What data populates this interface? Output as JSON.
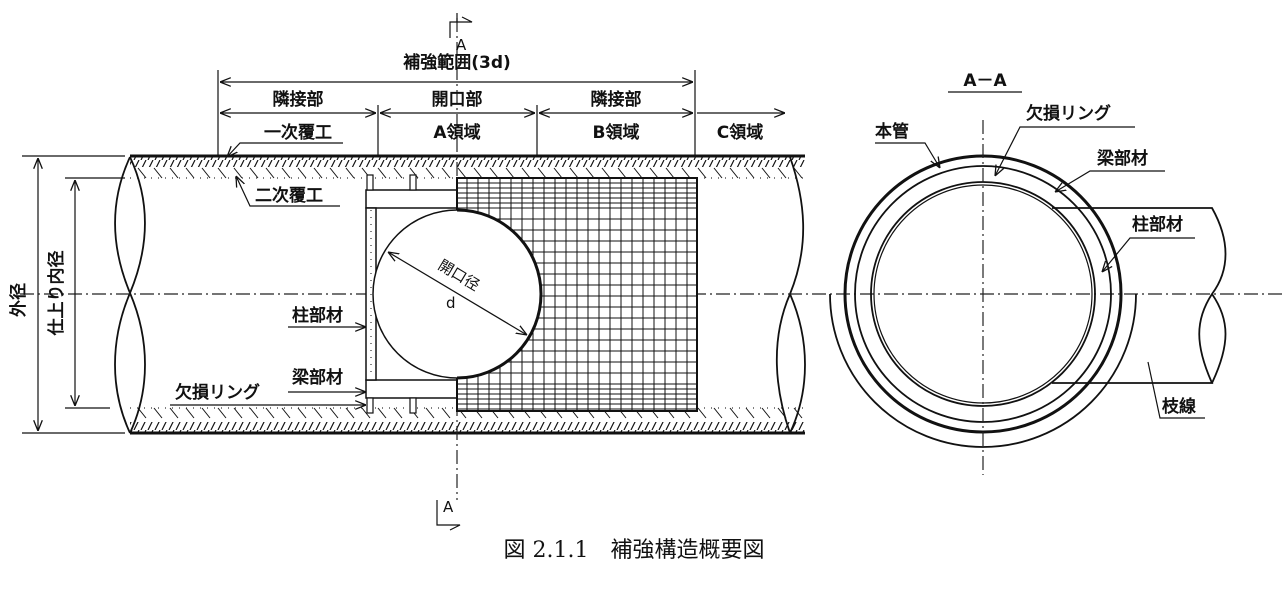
{
  "figure": {
    "caption_number": "図 2.1.1",
    "caption_title": "補強構造概要図"
  },
  "section_marker": {
    "top_letter": "A",
    "bottom_letter": "A"
  },
  "dimensions": {
    "reinforcement_range": "補強範囲(3d)",
    "zones_upper": [
      "隣接部",
      "開口部",
      "隣接部"
    ],
    "zones_lower": [
      "一次覆工",
      "A領域",
      "B領域",
      "C領域"
    ],
    "outer_diameter": "外径",
    "finished_inner_diameter": "仕上り内径",
    "opening_diameter": "開口径",
    "opening_symbol": "d"
  },
  "side_view_labels": {
    "secondary_lining": "二次覆工",
    "column_member": "柱部材",
    "beam_member": "梁部材",
    "defect_ring": "欠損リング"
  },
  "section_view": {
    "title": "A－A",
    "main_pipe": "本管",
    "defect_ring": "欠損リング",
    "beam_member": "梁部材",
    "column_member": "柱部材",
    "branch_line": "枝線"
  }
}
